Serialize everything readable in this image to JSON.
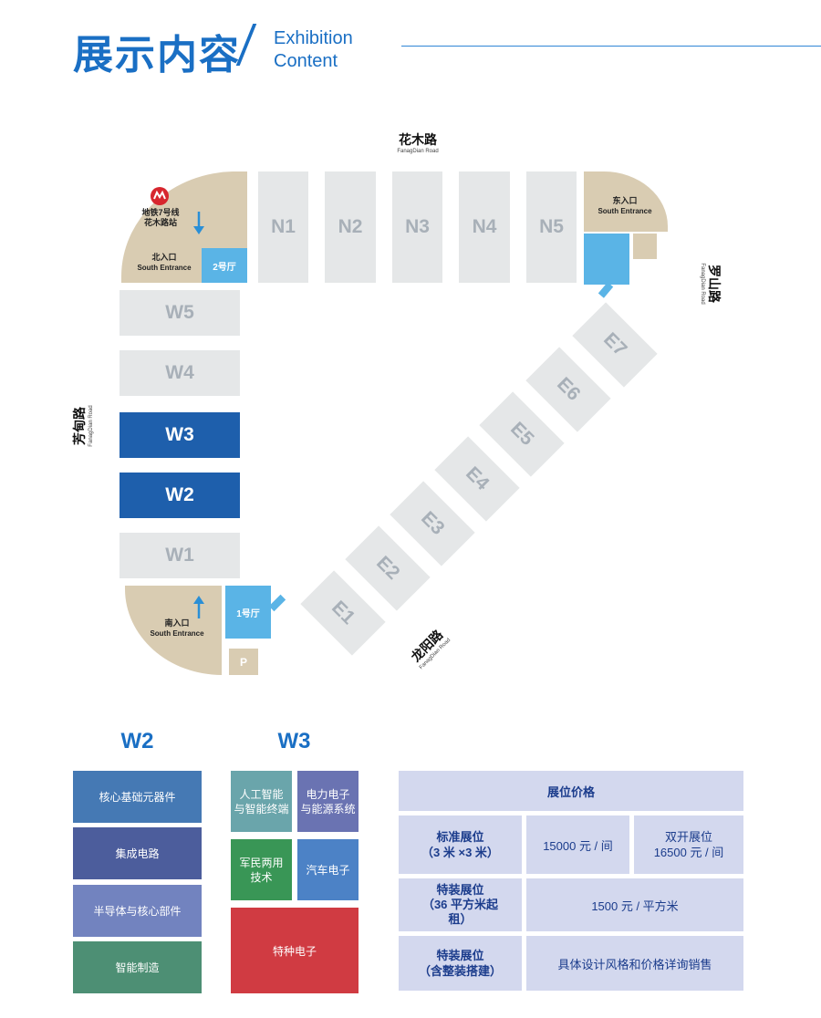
{
  "header": {
    "title_cn": "展示内容",
    "title_en_1": "Exhibition",
    "title_en_2": "Content"
  },
  "colors": {
    "accent": "#1a6fc4",
    "hall_gray": "#e5e7e8",
    "hall_selected": "#1e5fac",
    "hall_lobby": "#5ab4e6",
    "entrance": "#d9ccb2"
  },
  "map": {
    "roads": {
      "north": {
        "cn": "花木路",
        "en": "FanagDian Road"
      },
      "east": {
        "cn": "罗山路",
        "en": "FanagDian Road"
      },
      "west": {
        "cn": "芳甸路",
        "en": "FanagDian Road"
      },
      "south": {
        "cn": "龙阳路",
        "en": "FanagDian Road"
      }
    },
    "north_halls": [
      "N1",
      "N2",
      "N3",
      "N4",
      "N5"
    ],
    "west_halls": [
      "W5",
      "W4",
      "W3",
      "W2",
      "W1"
    ],
    "east_halls": [
      "E1",
      "E2",
      "E3",
      "E4",
      "E5",
      "E6",
      "E7"
    ],
    "metro": {
      "line1": "地铁7号线",
      "line2": "花木路站"
    },
    "north_entrance": {
      "cn": "北入口",
      "en": "South Entrance"
    },
    "east_entrance": {
      "cn": "东入口",
      "en": "South Entrance"
    },
    "south_entrance": {
      "cn": "南入口",
      "en": "South Entrance"
    },
    "hall_1": "1号厅",
    "hall_2": "2号厅",
    "parking": "P"
  },
  "w2": {
    "title": "W2",
    "items": [
      {
        "label": "核心基础元器件",
        "color": "#4579b4"
      },
      {
        "label": "集成电路",
        "color": "#4c5d9c"
      },
      {
        "label": "半导体与核心部件",
        "color": "#7283bf"
      },
      {
        "label": "智能制造",
        "color": "#4d8f74"
      }
    ]
  },
  "w3": {
    "title": "W3",
    "items": [
      {
        "label": "人工智能\n与智能终端",
        "color": "#6aa5ab"
      },
      {
        "label": "电力电子\n与能源系统",
        "color": "#6a73b2"
      },
      {
        "label": "军民两用\n技术",
        "color": "#399656"
      },
      {
        "label": "汽车电子",
        "color": "#4c82c6"
      },
      {
        "label": "特种电子",
        "color": "#d03b42"
      }
    ]
  },
  "pricing": {
    "title": "展位价格",
    "rows": [
      {
        "name": "标准展位\n（3 米 ×3 米）",
        "single": "15000 元 / 间",
        "double": "双开展位\n16500 元 / 间"
      },
      {
        "name": "特装展位\n（36 平方米起\n租）",
        "price": "1500 元 / 平方米"
      },
      {
        "name": "特装展位\n（含整装搭建）",
        "price": "具体设计风格和价格详询销售"
      }
    ]
  }
}
